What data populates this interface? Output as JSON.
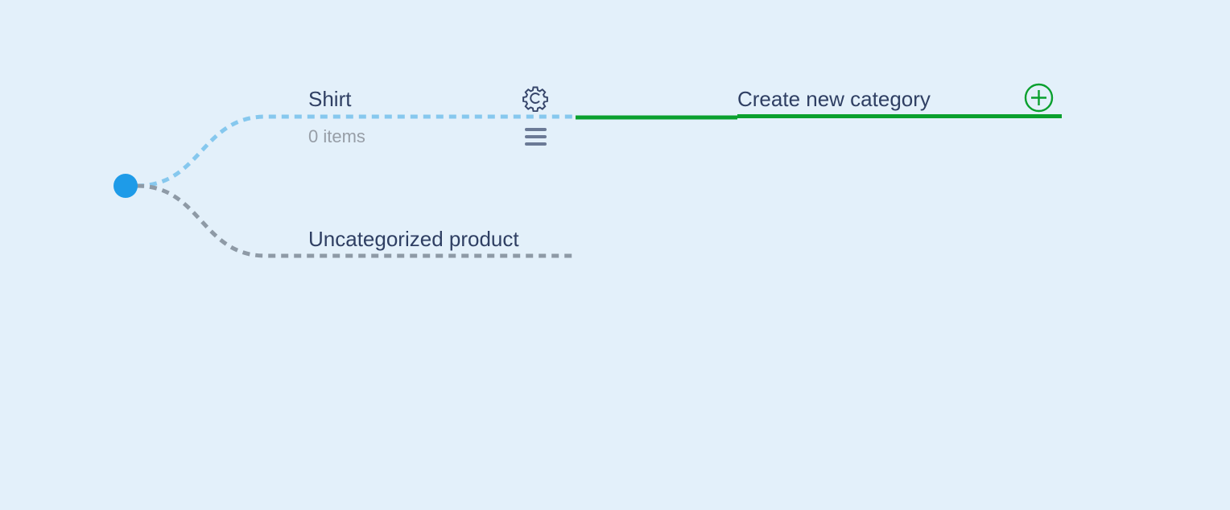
{
  "tree": {
    "root": {
      "color": "#1e9be8"
    },
    "categories": [
      {
        "name": "Shirt",
        "count_label": "0 items",
        "line_color": "#86c8ee",
        "icons": [
          "gear-icon",
          "menu-icon"
        ]
      },
      {
        "name": "Uncategorized product",
        "line_color": "#8e9aa6"
      }
    ],
    "create": {
      "label": "Create new category",
      "icon": "plus-circle-icon",
      "color": "#0aa02e"
    }
  },
  "colors": {
    "background": "#e3f0fa",
    "text": "#2f3f63",
    "muted_text": "#979ea7",
    "icon": "#36456a"
  }
}
